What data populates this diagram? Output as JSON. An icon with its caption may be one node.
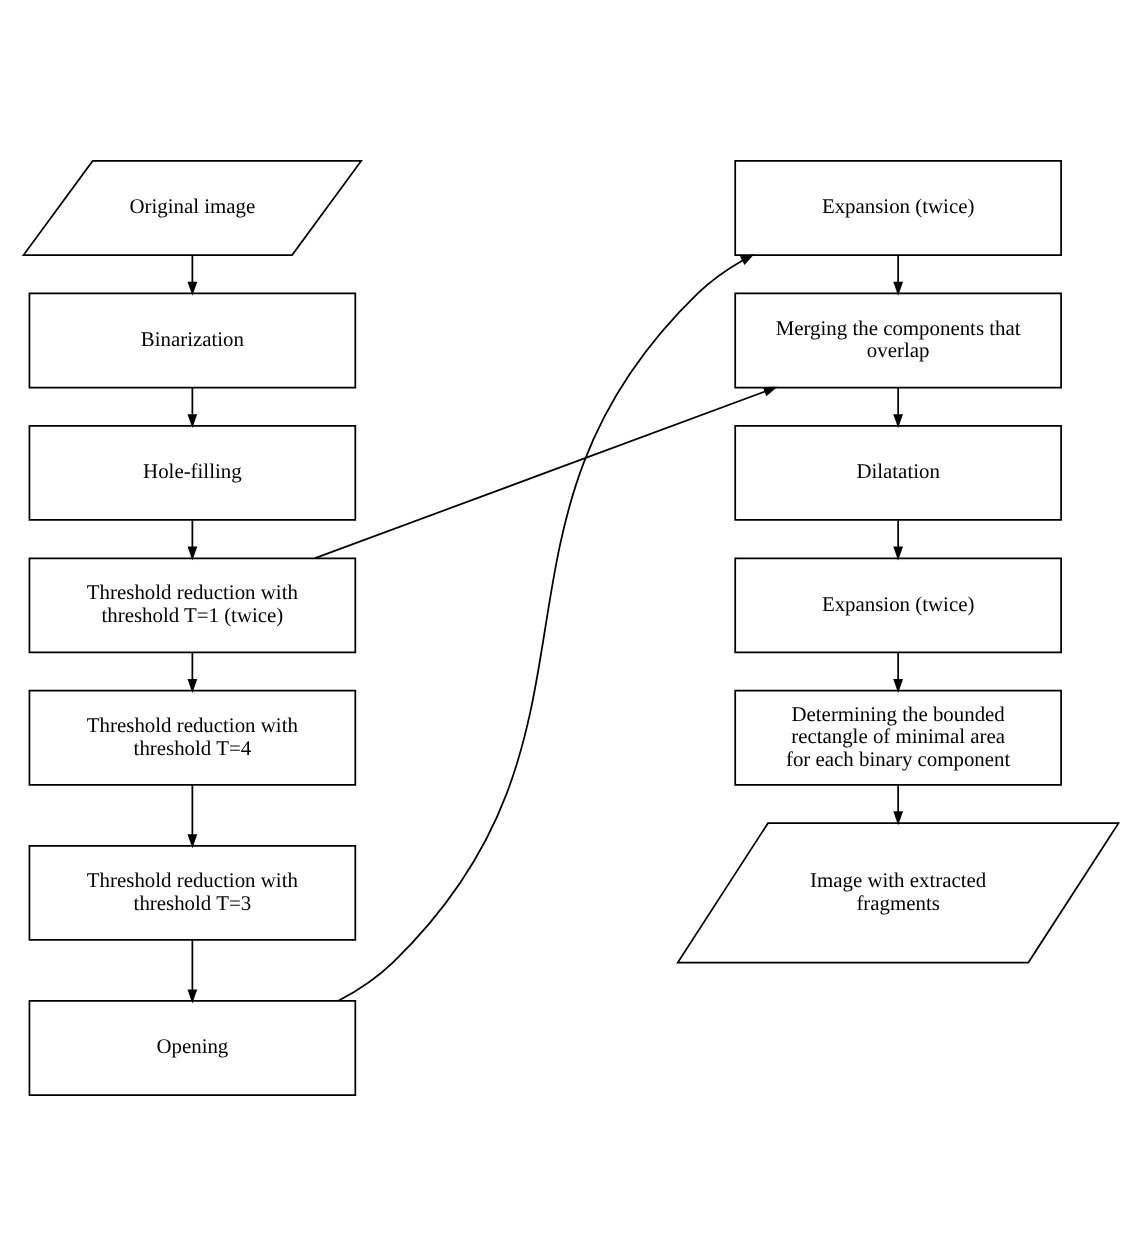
{
  "diagram": {
    "nodes": [
      {
        "text": [
          "Original image"
        ]
      },
      {
        "text": [
          "Binarization"
        ]
      },
      {
        "text": [
          "Hole-filling"
        ]
      },
      {
        "text": [
          "Threshold reduction with threshold T=1 (twice)"
        ]
      },
      {
        "text": [
          "Threshold reduction with threshold T=4"
        ]
      },
      {
        "text": [
          "Threshold reduction with threshold T=3"
        ]
      },
      {
        "text": [
          "Opening"
        ]
      },
      {
        "text": [
          "Expansion (twice)"
        ]
      },
      {
        "text": [
          "Merging the components that overlap"
        ]
      },
      {
        "text": [
          "Dilatation"
        ]
      },
      {
        "text": [
          "Expansion (twice)"
        ]
      },
      {
        "text": [
          "Determining the bounded rectangle of minimal area for each binary component"
        ]
      },
      {
        "text": [
          "Image with extracted fragments"
        ]
      }
    ],
    "edges": [
      {
        "from": 0,
        "to": 1,
        "arrow": "to"
      },
      {
        "from": 1,
        "to": 2,
        "arrow": "to"
      },
      {
        "from": 2,
        "to": 3,
        "arrow": "to"
      },
      {
        "from": 3,
        "to": 4,
        "arrow": "to"
      },
      {
        "from": 4,
        "to": 5,
        "arrow": "to"
      },
      {
        "from": 5,
        "to": 6,
        "arrow": "to"
      },
      {
        "from": 6,
        "to": 7,
        "arrow": "to"
      },
      {
        "from": 3,
        "to": 8,
        "arrow": "to"
      },
      {
        "from": 7,
        "to": 8,
        "arrow": "to"
      },
      {
        "from": 8,
        "to": 9,
        "arrow": "to"
      },
      {
        "from": 9,
        "to": 10,
        "arrow": "to"
      },
      {
        "from": 10,
        "to": 11,
        "arrow": "to"
      },
      {
        "from": 11,
        "to": 12,
        "arrow": "to"
      }
    ]
  }
}
